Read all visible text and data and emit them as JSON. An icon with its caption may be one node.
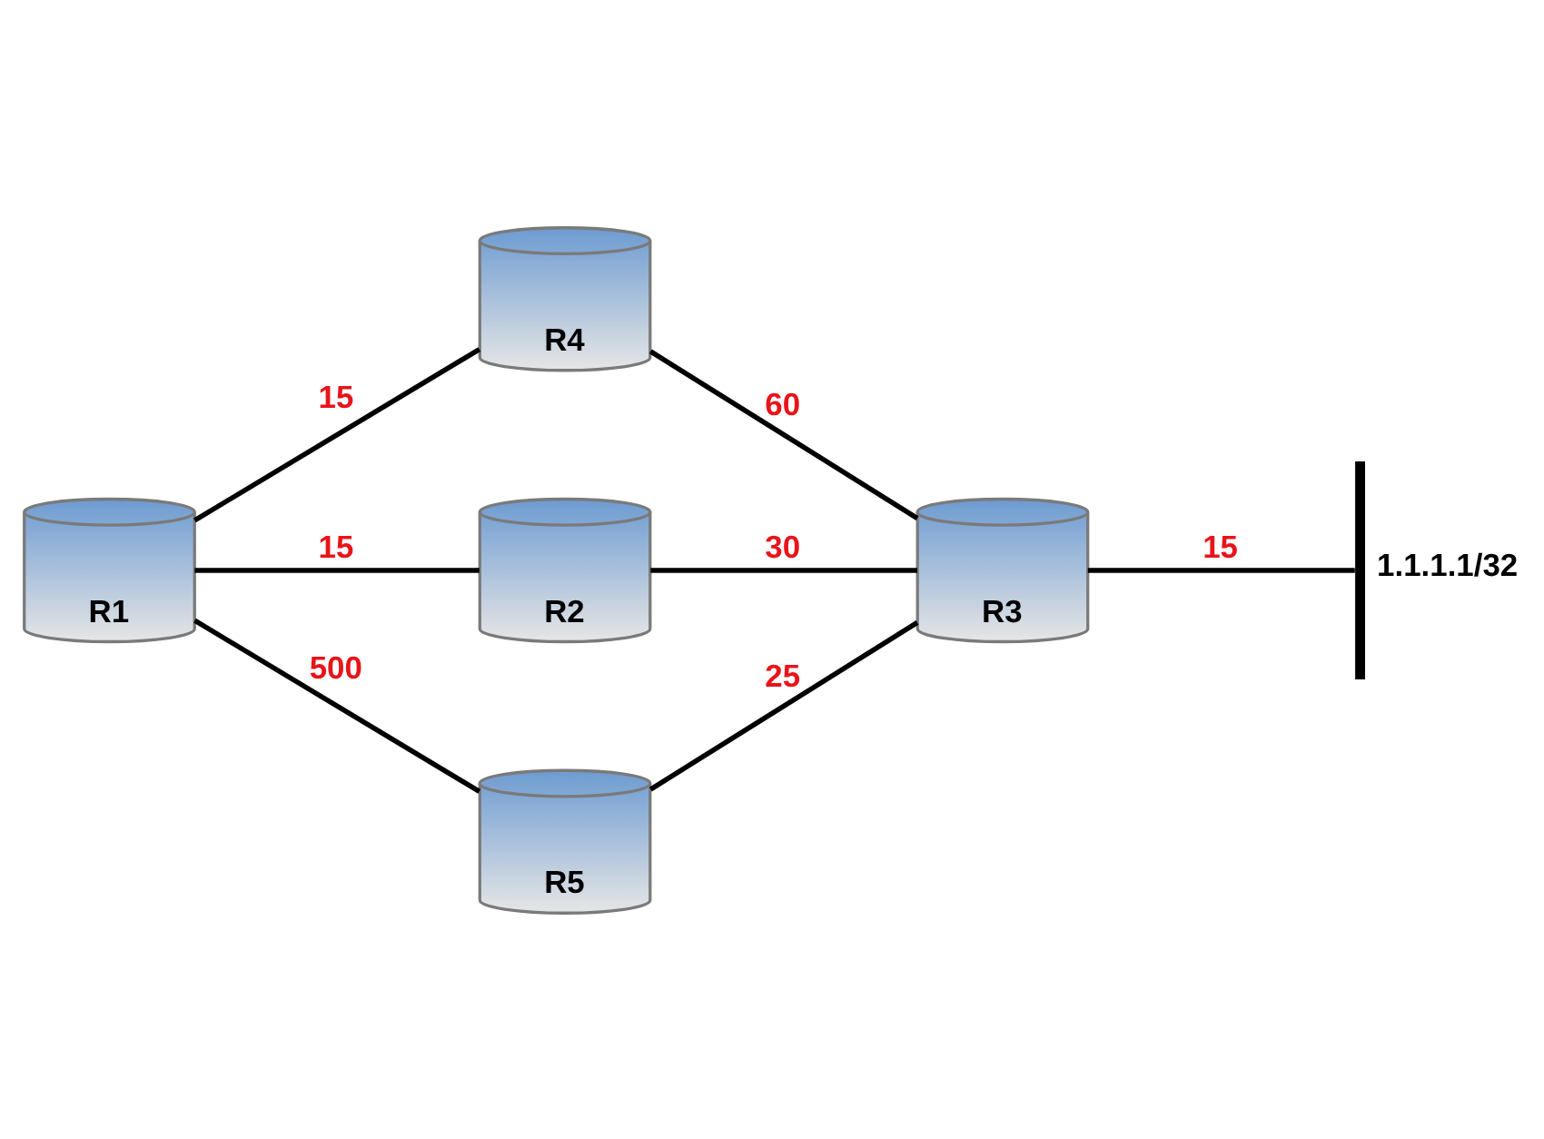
{
  "diagram": {
    "nodes": [
      {
        "text": [
          "R4"
        ]
      },
      {
        "text": [
          "R1"
        ]
      },
      {
        "text": [
          "R2"
        ]
      },
      {
        "text": [
          "R3"
        ]
      },
      {
        "text": [
          "1.1.1.1/32"
        ]
      },
      {
        "text": [
          "R5"
        ]
      }
    ],
    "edges": [
      {
        "from": 1,
        "to": 0,
        "arrow": "none",
        "label": "15"
      },
      {
        "from": 0,
        "to": 3,
        "arrow": "none",
        "label": "60"
      },
      {
        "from": 1,
        "to": 2,
        "arrow": "none",
        "label": "15"
      },
      {
        "from": 2,
        "to": 3,
        "arrow": "none",
        "label": "30"
      },
      {
        "from": 3,
        "to": 4,
        "arrow": "none",
        "label": "15"
      },
      {
        "from": 1,
        "to": 5,
        "arrow": "none",
        "label": "500"
      },
      {
        "from": 5,
        "to": 3,
        "arrow": "none",
        "label": "25"
      }
    ]
  }
}
